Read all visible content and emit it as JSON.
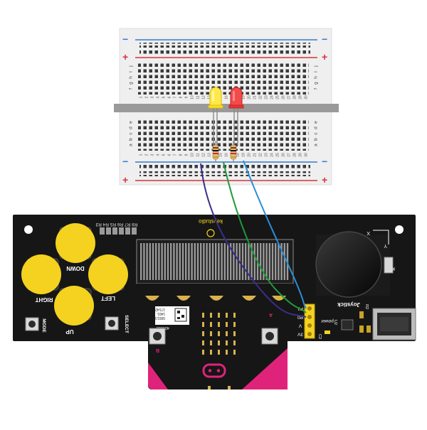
{
  "colors": {
    "board": "#161616",
    "button_yellow": "#f4d21f",
    "wire_purple": "#3a2f8a",
    "wire_green": "#1f9a3a",
    "wire_blue": "#2a8fd6",
    "rail_red": "#d8323c",
    "rail_blue": "#2f7fd0",
    "accent_magenta": "#e0237a",
    "led_yellow": "#ffe94a",
    "led_red": "#f24b4b"
  },
  "breadboard": {
    "plus_symbol": "+",
    "minus_symbol": "−",
    "row_letters_top": [
      "j",
      "i",
      "h",
      "g",
      "f"
    ],
    "row_letters_bottom": [
      "e",
      "d",
      "c",
      "b",
      "a"
    ],
    "column_numbers": [
      "1",
      "2",
      "3",
      "4",
      "5",
      "6",
      "7",
      "8",
      "9",
      "10",
      "11",
      "12",
      "13",
      "14",
      "15",
      "16",
      "17",
      "18",
      "19",
      "20",
      "21",
      "22",
      "23",
      "24",
      "25",
      "26",
      "27",
      "28",
      "29",
      "30"
    ]
  },
  "board": {
    "brand": "keystudio",
    "resistor_labels": "R8 R7 R6 R5 R4 R3",
    "button_labels": {
      "down": "DOWN",
      "right": "RIGHT",
      "left": "LEFT",
      "up": "UP",
      "mode": "MODE",
      "select": "SELECT"
    },
    "joystick_label": "Joystick",
    "axis_x": "X",
    "axis_y": "Y",
    "axis_k": "K",
    "pin_labels": [
      "P1",
      "P0",
      "V",
      "3V"
    ],
    "power_label": "power",
    "chip_labels": [
      "U2",
      "R2",
      "C1",
      "C2",
      "R1"
    ],
    "microbit_id_lines": [
      "1401",
      "000133",
      "17142"
    ],
    "microbit_code": "400683",
    "button_a_mark": "A",
    "button_b_mark": "B"
  }
}
